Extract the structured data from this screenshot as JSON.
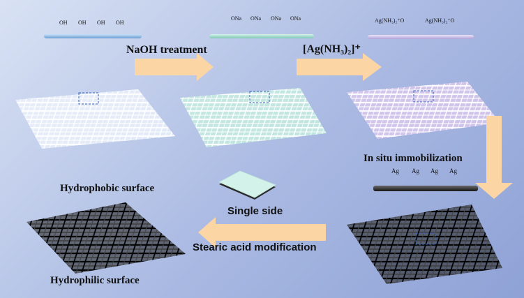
{
  "labels": {
    "naoh": "NaOH treatment",
    "ag_complex": "[Ag(NH₃)₂]⁺",
    "insitu": "In situ immobilization",
    "hydrophobic": "Hydrophobic surface",
    "single_side": "Single side",
    "stearic": "Stearic acid modification",
    "hydrophilic": "Hydrophilic surface"
  },
  "groups": {
    "oh": [
      "OH",
      "OH",
      "OH",
      "OH"
    ],
    "ona": [
      "ONa",
      "ONa",
      "ONa",
      "ONa"
    ],
    "ag_o": [
      "Ag(NH₃)₂⁺O",
      "Ag(NH₃)₂⁺O"
    ],
    "ag": [
      "Ag",
      "Ag",
      "Ag",
      "Ag"
    ]
  },
  "colors": {
    "fabric_white": "#eef2fa",
    "fabric_green": "#c6ecdf",
    "fabric_purple": "#d8c8ec",
    "fabric_black": "#1c1c1c",
    "arrow": "#fbd5a4",
    "rod_blue": "#7aa8d8",
    "rod_green": "#8fd4c2",
    "rod_purple": "#c0b2e0"
  }
}
